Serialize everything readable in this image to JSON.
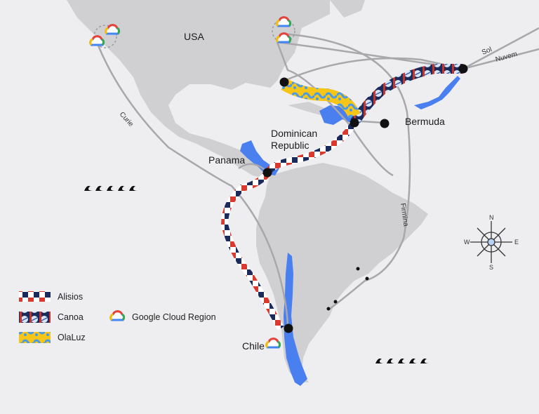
{
  "labels": {
    "usa": "USA",
    "dominican_republic_line1": "Dominican",
    "dominican_republic_line2": "Republic",
    "bermuda": "Bermuda",
    "panama": "Panama",
    "chile": "Chile"
  },
  "cables": {
    "curie": "Curie",
    "sol": "Sol",
    "nuvem": "Nuvem",
    "firmina": "Firmina"
  },
  "legend": {
    "alisios": "Alisios",
    "canoa": "Canoa",
    "olaluz": "OlaLuz",
    "cloud_region": "Google Cloud Region"
  },
  "compass": {
    "n": "N",
    "s": "S",
    "e": "E",
    "w": "W"
  },
  "colors": {
    "background": "#eeeef0",
    "land": "#d0d0d2",
    "highlight_land": "#4a7ff0",
    "cable_line": "#a8a8ac",
    "alisios_red": "#d93a2f",
    "alisios_navy": "#1a2a5a",
    "canoa_blue": "#2f5fb0",
    "olaluz_yellow": "#f5c518",
    "olaluz_blue": "#4a9ae8",
    "node": "#111111"
  },
  "icons": [
    "google-cloud-region-icon",
    "wave-icon",
    "compass-rose-icon"
  ]
}
